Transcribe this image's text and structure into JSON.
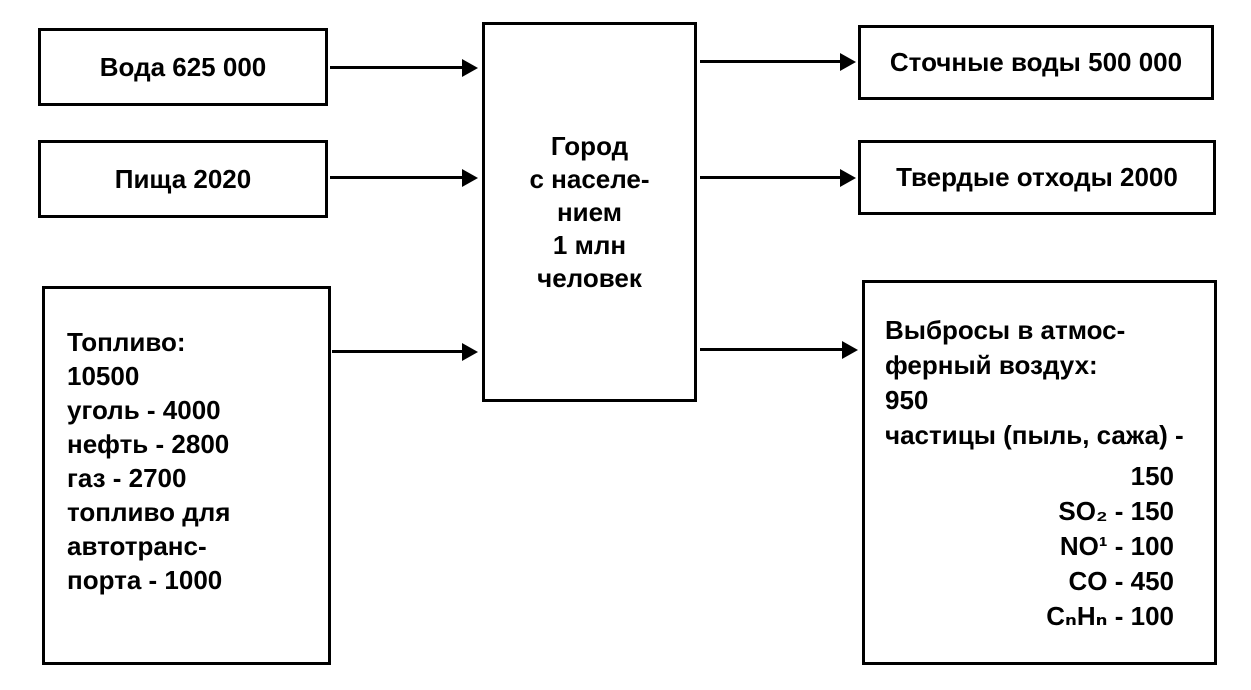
{
  "diagram": {
    "inputs": [
      {
        "label": "Вода 625 000"
      },
      {
        "label": "Пища 2020"
      },
      {
        "lines": [
          "Топливо:",
          "10500",
          "уголь - 4000",
          "нефть - 2800",
          "газ - 2700",
          "топливо для",
          "автотранс-",
          "порта - 1000"
        ]
      }
    ],
    "center": {
      "lines": [
        "Город",
        "с населе-",
        "нием",
        "1 млн",
        "человек"
      ]
    },
    "outputs": [
      {
        "label": "Сточные воды 500 000"
      },
      {
        "label": "Твердые отходы 2000"
      },
      {
        "lines_left": [
          "Выбросы в атмос-",
          "ферный воздух:",
          "950",
          "частицы (пыль, сажа) -"
        ],
        "lines_right": [
          "150",
          "SO₂ - 150",
          "NO¹ - 100",
          "CO - 450",
          "CₙHₙ - 100"
        ]
      }
    ]
  }
}
